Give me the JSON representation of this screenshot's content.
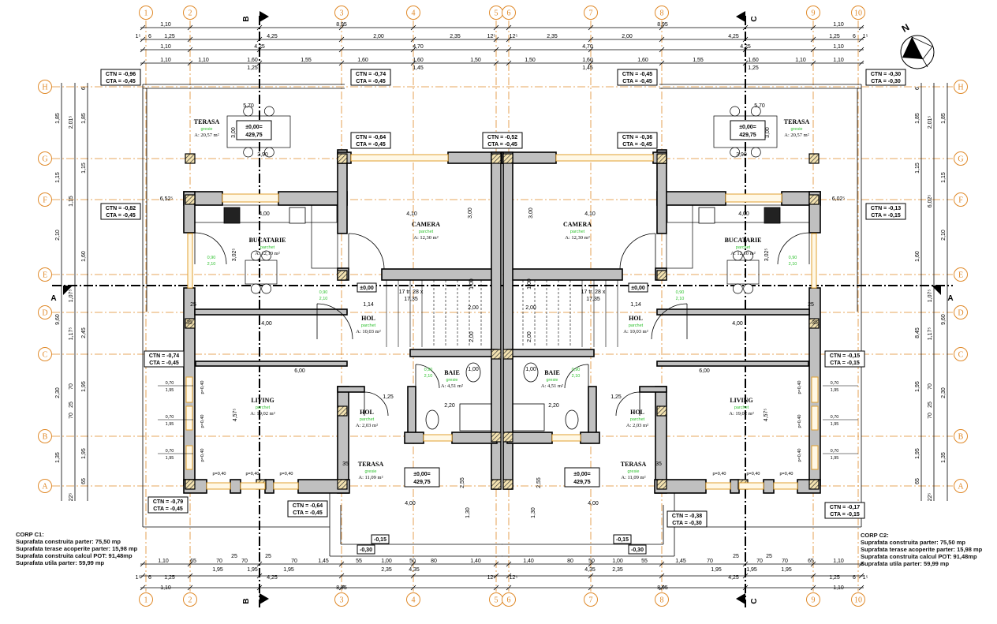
{
  "colors": {
    "grid_axis": "#e08a2a",
    "wall_fill": "#c0c0c0",
    "line": "#000000",
    "finish_text": "#2fc22f",
    "window": "#e0a030"
  },
  "grid": {
    "columns": [
      "1",
      "2",
      "3",
      "4",
      "5",
      "6",
      "7",
      "8",
      "9",
      "10"
    ],
    "rows": [
      "H",
      "G",
      "F",
      "E",
      "D",
      "C",
      "B",
      "A"
    ]
  },
  "sections": {
    "b": "B",
    "c": "C",
    "a": "A"
  },
  "compass": {
    "label": "N",
    "icon": "north-arrow-icon"
  },
  "dimensions": {
    "top_row1": [
      "1,10",
      "8,95",
      "8,95",
      "1,10"
    ],
    "top_row2": [
      "1⁵",
      "6",
      "1,25",
      "4,25",
      "2,00",
      "2,35",
      "12⁵",
      "12⁵",
      "2,35",
      "2,00",
      "4,25",
      "1,25",
      "6",
      "1⁵"
    ],
    "top_row3": [
      "1,10",
      "4,25",
      "4,70",
      "4,70",
      "4,25",
      "1,10"
    ],
    "top_row4": [
      "1,10",
      "1,10",
      "1,60",
      "1,55",
      "1,60",
      "1,60",
      "1,50",
      "1,50",
      "1,60",
      "1,60",
      "1,55",
      "1,60",
      "1,10",
      "1,10"
    ],
    "top_row4b": [
      "1,25",
      "1,45",
      "1,45",
      "1,25"
    ],
    "bottom_row1": [
      "1,10",
      "65",
      "70",
      "70",
      "70",
      "1,45",
      "55",
      "1,00",
      "50",
      "80",
      "1,40",
      "1,40",
      "80",
      "50",
      "1,00",
      "55",
      "1,45",
      "70",
      "70",
      "70",
      "65",
      "1,10"
    ],
    "bottom_row1b": [
      "25",
      "25",
      "25",
      "25"
    ],
    "bottom_row2": [
      "1,95",
      "1,95",
      "1,95",
      "2,35",
      "4,35",
      "4,35",
      "2,35",
      "1,95",
      "1,95",
      "1,95"
    ],
    "bottom_row3": [
      "1⁵",
      "6",
      "1,25",
      "4,25",
      "12⁵",
      "12⁵",
      "4,25",
      "1,25",
      "6",
      "1⁵"
    ],
    "bottom_row4": [
      "1,10",
      "8,95",
      "8,95",
      "1,10"
    ],
    "left_col1": [
      "1,85",
      "1,15",
      "2,10",
      "9,60",
      "2,30",
      "1,35"
    ],
    "left_col2": [
      "2,01⁵",
      "1,15",
      "1,07⁵",
      "1,17⁵",
      "70",
      "25",
      "70",
      "22⁵"
    ],
    "left_col3": [
      "6",
      "1,85",
      "1,15",
      "1,60",
      "2,45",
      "1,95",
      "1,95",
      "65"
    ],
    "right_col1": [
      "1,85",
      "1,15",
      "2,10",
      "9,60",
      "2,30",
      "1,35"
    ],
    "right_col2": [
      "2,01⁵",
      "6,02⁵",
      "1,07⁵",
      "1,17⁵",
      "70",
      "25",
      "70",
      "22⁵"
    ],
    "right_col3": [
      "6",
      "1,85",
      "1,15",
      "1,60",
      "8,45",
      "1,95",
      "1,95",
      "65"
    ],
    "interior": [
      "5,70",
      "5,70",
      "3,00",
      "3,00",
      "3,90",
      "3,90",
      "4,00",
      "4,00",
      "4,10",
      "4,10",
      "3,00",
      "3,00",
      "6,00",
      "6,00",
      "4,00",
      "4,00",
      "4,00",
      "4,00",
      "1,14",
      "1,14",
      "2,00",
      "2,00",
      "2,20",
      "2,20",
      "1,25",
      "1,25",
      "4,57⁵",
      "4,57⁵",
      "3,02⁵",
      "3,02⁵",
      "6,52⁵",
      "6,02⁵",
      "1,00",
      "1,00",
      "2,00",
      "2,00",
      "1,00",
      "1,00",
      "2,55",
      "2,55",
      "1,30",
      "1,30",
      "35",
      "35",
      "35",
      "35",
      "25",
      "25"
    ]
  },
  "levels": [
    [
      "CTN = -0,96",
      "CTA = -0,45"
    ],
    [
      "CTN = -0,74",
      "CTA = -0,45"
    ],
    [
      "CTN = -0,64",
      "CTA = -0,45"
    ],
    [
      "CTN = -0,52",
      "CTA = -0,45"
    ],
    [
      "CTN = -0,45",
      "CTA = -0,45"
    ],
    [
      "CTN = -0,36",
      "CTA = -0,45"
    ],
    [
      "CTN = -0,30",
      "CTA = -0,30"
    ],
    [
      "CTN = -0,82",
      "CTA = -0,45"
    ],
    [
      "CTN = -0,13",
      "CTA = -0,15"
    ],
    [
      "CTN = -0,74",
      "CTA = -0,45"
    ],
    [
      "CTN = -0,15",
      "CTA = -0,15"
    ],
    [
      "CTN = -0,79",
      "CTA = -0,45"
    ],
    [
      "CTN = -0,64",
      "CTA = -0,45"
    ],
    [
      "CTN = -0,38",
      "CTA = -0,30"
    ],
    [
      "CTN = -0,17",
      "CTA = -0,15"
    ]
  ],
  "elevations": {
    "main": [
      "±0,00=",
      "429,75"
    ],
    "hall": "±0,00",
    "small": [
      "-0,15",
      "-0,30",
      "-0,15",
      "-0,30"
    ]
  },
  "stair": [
    "17 tr. 28 x",
    "17,35"
  ],
  "windows": {
    "sill": "p=0,40",
    "size": [
      "0,70",
      "1,95"
    ],
    "door_size": [
      "0,90",
      "2,10"
    ]
  },
  "rooms": [
    {
      "name": "TERASA",
      "finish": "gresie",
      "area": "A: 20,57 m²"
    },
    {
      "name": "BUCATARIE",
      "finish": "parchet",
      "area": "A: 12,10 m²"
    },
    {
      "name": "CAMERA",
      "finish": "parchet",
      "area": "A: 12,30 m²"
    },
    {
      "name": "HOL",
      "finish": "parchet",
      "area": "A: 10,03 m²"
    },
    {
      "name": "LIVING",
      "finish": "parchet",
      "area": "A: 19,02 m²"
    },
    {
      "name": "HOL",
      "finish": "parchet",
      "area": "A: 2,03 m²"
    },
    {
      "name": "BAIE",
      "finish": "gresie",
      "area": "A: 4,51 m²"
    },
    {
      "name": "TERASA",
      "finish": "gresie",
      "area": "A: 11,09 m²"
    }
  ],
  "info": {
    "c1": {
      "title": "CORP C1:",
      "lines": [
        "Suprafata construita parter: 75,50 mp",
        "Suprafata terase acoperite parter: 15,98 mp",
        "Suprafata construita calcul POT: 91,48mp",
        "Suprafata utila parter: 59,99 mp"
      ]
    },
    "c2": {
      "title": "CORP C2:",
      "lines": [
        "Suprafata construita parter: 75,50 mp",
        "Suprafata terase acoperite parter: 15,98 mp",
        "Suprafata construita calcul POT: 91,48mp",
        "Suprafata utila parter: 59,99 mp"
      ]
    }
  }
}
